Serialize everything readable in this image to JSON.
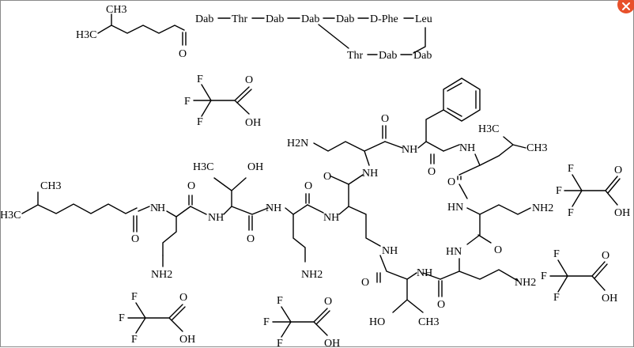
{
  "header_formula": {
    "ch3": "CH3",
    "h3c": "H3C",
    "o": "O",
    "residues_top": [
      "Dab",
      "Thr",
      "Dab",
      "Dab",
      "Dab",
      "D-Phe",
      "Leu"
    ],
    "residues_bottom": [
      "Thr",
      "Dab",
      "Dab"
    ]
  },
  "counterions": {
    "f": "F",
    "o": "O",
    "oh": "OH"
  },
  "structure": {
    "ch3": "CH3",
    "h3c": "H3C",
    "nh": "NH",
    "hn": "HN",
    "n": "N",
    "h": "H",
    "nh2": "NH2",
    "h2n": "H2N",
    "o": "O",
    "oh": "OH",
    "ho": "HO"
  },
  "colors": {
    "ink": "#000000",
    "close": "#e8502a"
  },
  "icons": {
    "close": "close-icon"
  }
}
